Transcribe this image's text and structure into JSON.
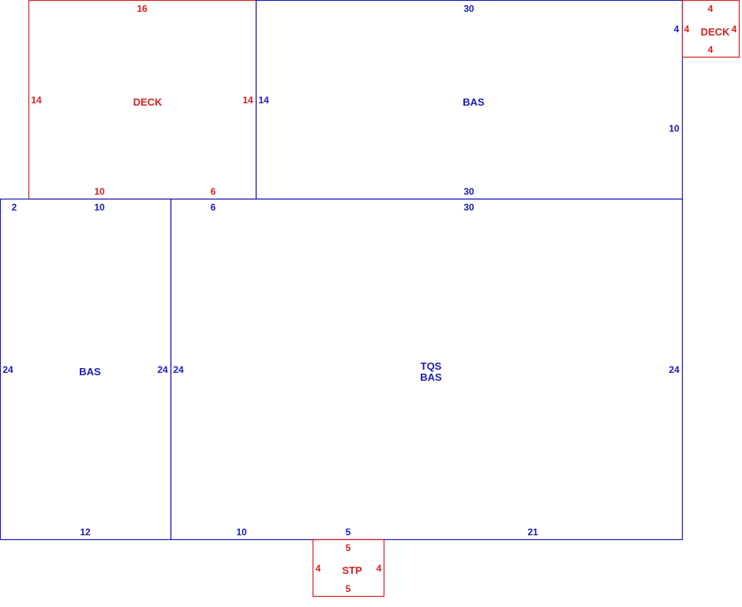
{
  "colors": {
    "blue": "#1a1ab8",
    "red": "#d42020"
  },
  "areas": {
    "deck_left": {
      "label": "DECK",
      "top": "16",
      "left": "14",
      "right": "14",
      "bottom_a": "10",
      "bottom_b": "6"
    },
    "bas_upper": {
      "label": "BAS",
      "top": "30",
      "left": "14",
      "right": "10",
      "right_top": "4",
      "bottom": "30"
    },
    "deck_small": {
      "label": "DECK",
      "top": "4",
      "left": "4",
      "right": "4",
      "bottom": "4"
    },
    "bas_left": {
      "label": "BAS",
      "top_corner": "2",
      "top": "10",
      "left": "24",
      "right": "24",
      "bottom": "12"
    },
    "tqs_bas": {
      "label_1": "TQS",
      "label_2": "BAS",
      "top_a": "6",
      "top_b": "30",
      "left": "24",
      "right": "24",
      "bottom_a": "10",
      "bottom_b": "5",
      "bottom_c": "21"
    },
    "stp": {
      "label": "STP",
      "top": "5",
      "left": "4",
      "right": "4",
      "bottom": "5"
    }
  }
}
